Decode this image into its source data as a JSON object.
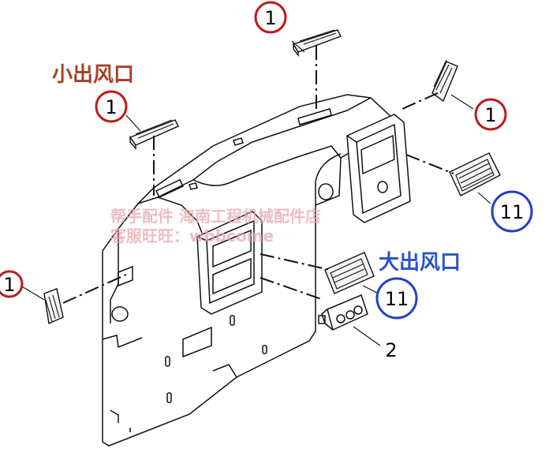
{
  "labels": {
    "small_outlet": "小出风口",
    "large_outlet": "大出风口"
  },
  "callouts": {
    "c1_top": "1",
    "c1_left_upper": "1",
    "c1_right": "1",
    "c1_left_edge": "1",
    "c11_right": "11",
    "c11_center": "11",
    "c2": "2"
  },
  "watermark": {
    "line1": "帮手配件 海南工程机械配件店",
    "line2": "客服旺旺：wbbcome"
  },
  "colors": {
    "small_label": "#a8402a",
    "large_label": "#2a54c8",
    "circle_1": "#c01818",
    "circle_11": "#2040c8"
  }
}
